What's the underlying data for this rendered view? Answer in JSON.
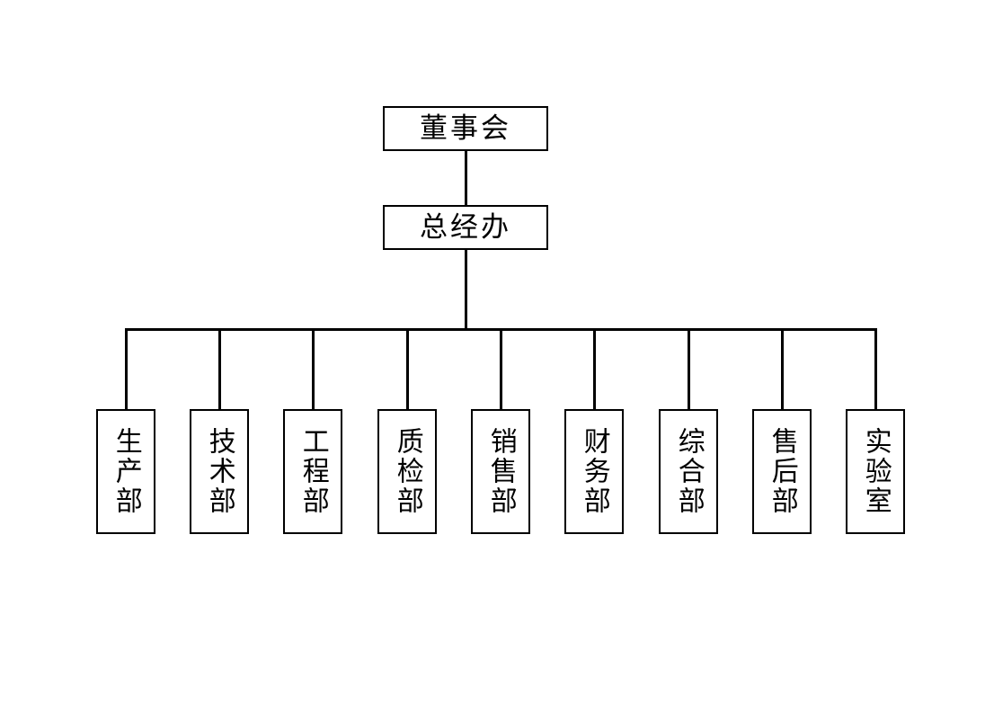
{
  "chart_data": {
    "type": "diagram",
    "diagram_kind": "organizational-chart",
    "title": "",
    "orientation": "top-down",
    "background_color": "#ffffff",
    "line_color": "#000000",
    "text_color": "#000000",
    "levels": [
      {
        "level": 1,
        "nodes": [
          {
            "id": "board",
            "label": "董事会",
            "text_direction": "horizontal"
          }
        ]
      },
      {
        "level": 2,
        "nodes": [
          {
            "id": "gm-office",
            "label": "总经办",
            "text_direction": "horizontal"
          }
        ]
      },
      {
        "level": 3,
        "nodes": [
          {
            "id": "dept-production",
            "label": "生产部",
            "text_direction": "vertical"
          },
          {
            "id": "dept-technology",
            "label": "技术部",
            "text_direction": "vertical"
          },
          {
            "id": "dept-engineering",
            "label": "工程部",
            "text_direction": "vertical"
          },
          {
            "id": "dept-quality",
            "label": "质检部",
            "text_direction": "vertical"
          },
          {
            "id": "dept-sales",
            "label": "销售部",
            "text_direction": "vertical"
          },
          {
            "id": "dept-finance",
            "label": "财务部",
            "text_direction": "vertical"
          },
          {
            "id": "dept-general-affairs",
            "label": "综合部",
            "text_direction": "vertical"
          },
          {
            "id": "dept-after-sales",
            "label": "售后部",
            "text_direction": "vertical"
          },
          {
            "id": "dept-laboratory",
            "label": "实验室",
            "text_direction": "vertical"
          }
        ]
      }
    ],
    "edges": [
      {
        "from": "board",
        "to": "gm-office"
      },
      {
        "from": "gm-office",
        "to": "dept-production"
      },
      {
        "from": "gm-office",
        "to": "dept-technology"
      },
      {
        "from": "gm-office",
        "to": "dept-engineering"
      },
      {
        "from": "gm-office",
        "to": "dept-quality"
      },
      {
        "from": "gm-office",
        "to": "dept-sales"
      },
      {
        "from": "gm-office",
        "to": "dept-finance"
      },
      {
        "from": "gm-office",
        "to": "dept-general-affairs"
      },
      {
        "from": "gm-office",
        "to": "dept-after-sales"
      },
      {
        "from": "gm-office",
        "to": "dept-laboratory"
      }
    ]
  },
  "top": {
    "board_label": "董事会",
    "gm_office_label": "总经办"
  },
  "departments": [
    {
      "label": "生产部"
    },
    {
      "label": "技术部"
    },
    {
      "label": "工程部"
    },
    {
      "label": "质检部"
    },
    {
      "label": "销售部"
    },
    {
      "label": "财务部"
    },
    {
      "label": "综合部"
    },
    {
      "label": "售后部"
    },
    {
      "label": "实验室"
    }
  ]
}
